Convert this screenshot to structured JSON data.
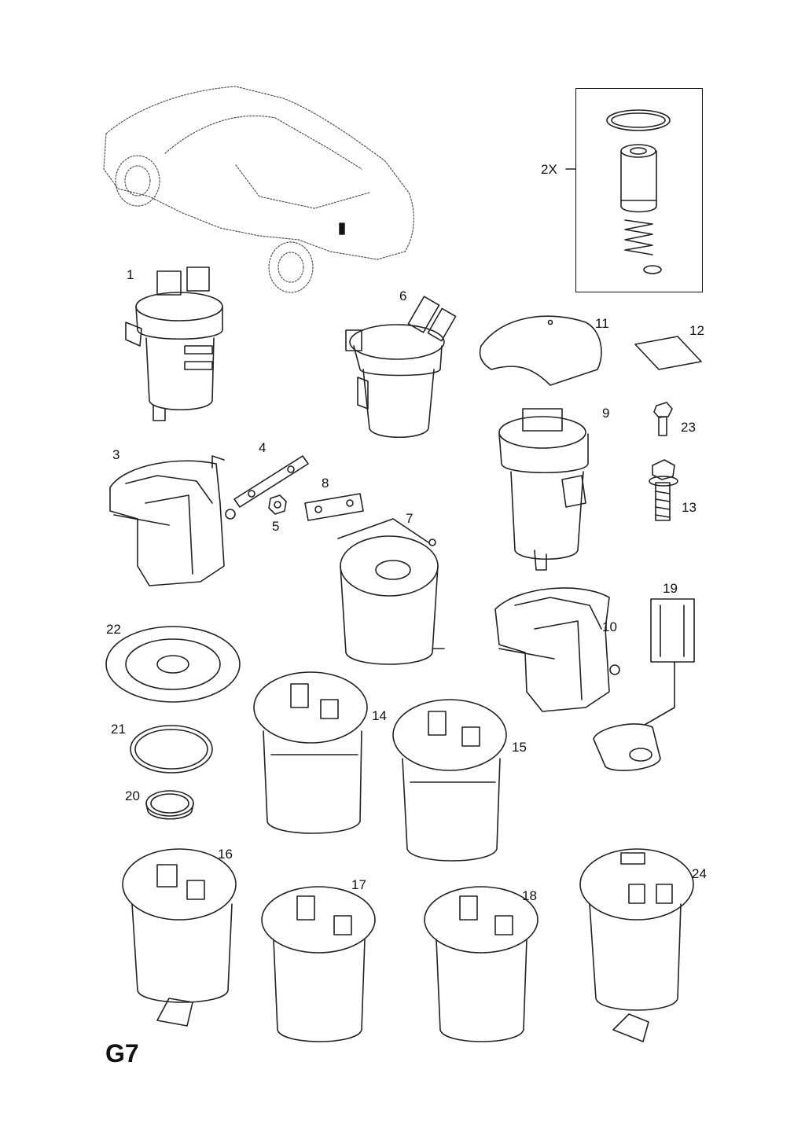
{
  "figure_code": "G7",
  "inset_callout": "2X",
  "callouts": [
    "1",
    "3",
    "4",
    "5",
    "6",
    "7",
    "8",
    "9",
    "10",
    "11",
    "12",
    "13",
    "14",
    "15",
    "16",
    "17",
    "18",
    "19",
    "20",
    "21",
    "22",
    "23",
    "24"
  ]
}
